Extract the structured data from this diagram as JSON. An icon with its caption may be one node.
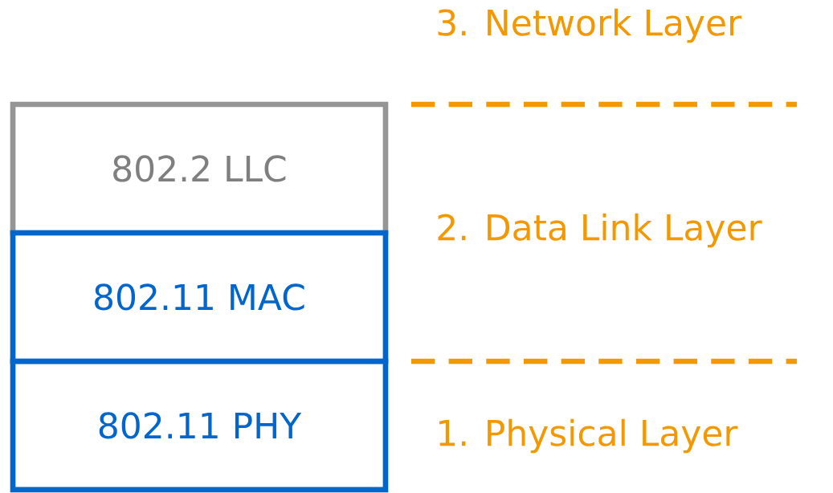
{
  "diagram": {
    "nodes": [
      {
        "text": [
          "802.2 LLC"
        ]
      },
      {
        "text": [
          "802.11 MAC"
        ]
      },
      {
        "text": [
          "802.11 PHY"
        ]
      }
    ],
    "labels": [
      "3. Network Layer",
      "2. Data Link Layer",
      "1. Physical Layer"
    ]
  }
}
